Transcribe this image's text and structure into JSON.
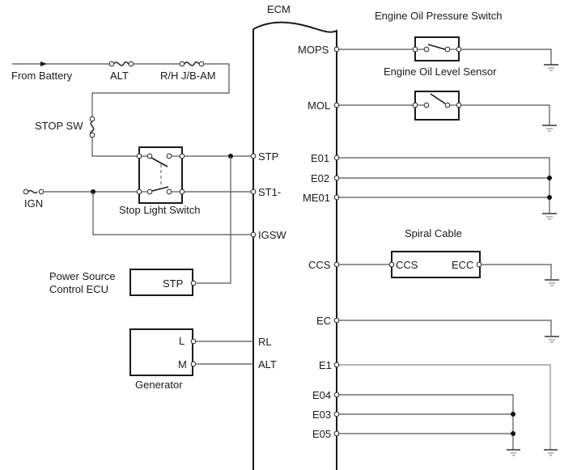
{
  "diagram": {
    "ecm": {
      "title": "ECM",
      "pins_left": {
        "stp": "STP",
        "st1": "ST1-",
        "igsw": "IGSW",
        "rl": "RL",
        "alt": "ALT"
      },
      "pins_right": {
        "mops": "MOPS",
        "mol": "MOL",
        "e01": "E01",
        "e02": "E02",
        "me01": "ME01",
        "ccs": "CCS",
        "ec": "EC",
        "e1": "E1",
        "e04": "E04",
        "e03": "E03",
        "e05": "E05"
      }
    },
    "power": {
      "from_battery": "From Battery",
      "fuse_alt": "ALT",
      "fuse_rhjb": "R/H J/B-AM",
      "fuse_stop": "STOP SW",
      "fuse_ign": "IGN"
    },
    "stop_light_switch": {
      "label": "Stop Light Switch"
    },
    "power_source_ecu": {
      "label_line1": "Power Source",
      "label_line2": "Control ECU",
      "pin": "STP"
    },
    "generator": {
      "label": "Generator",
      "pin_l": "L",
      "pin_m": "M"
    },
    "oil_pressure_switch": {
      "label": "Engine Oil Pressure Switch"
    },
    "oil_level_sensor": {
      "label": "Engine Oil Level Sensor"
    },
    "spiral_cable": {
      "label": "Spiral Cable",
      "pin_ccs": "CCS",
      "pin_ecc": "ECC"
    }
  }
}
